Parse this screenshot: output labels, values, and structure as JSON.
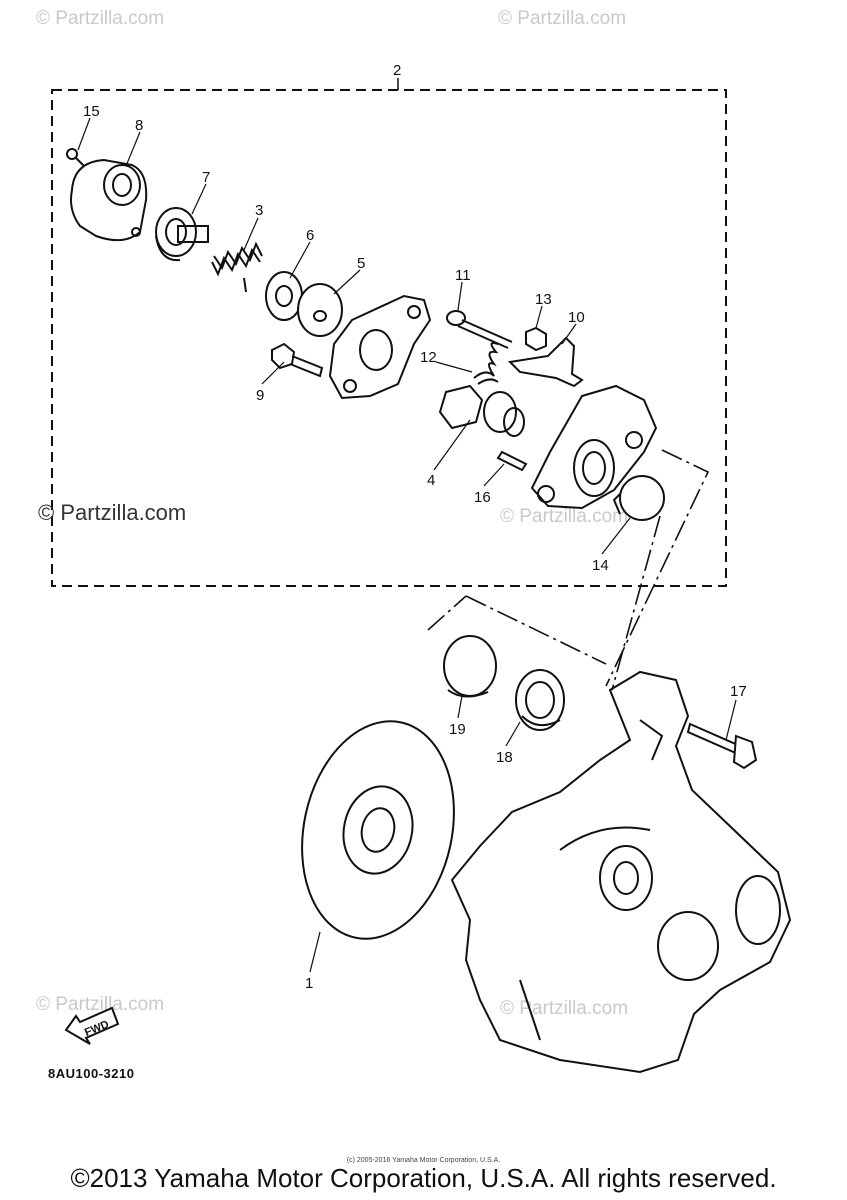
{
  "watermarks": {
    "top_left": "© Partzilla.com",
    "top_right": "© Partzilla.com",
    "mid_left": "© Partzilla.com",
    "mid_center": "© Partzilla.com",
    "bottom_left": "© Partzilla.com",
    "bottom_center": "© Partzilla.com"
  },
  "callouts": {
    "c1": "1",
    "c2": "2",
    "c3": "3",
    "c4": "4",
    "c5": "5",
    "c6": "6",
    "c7": "7",
    "c8": "8",
    "c9": "9",
    "c10": "10",
    "c11": "11",
    "c12": "12",
    "c13": "13",
    "c14": "14",
    "c15": "15",
    "c16": "16",
    "c17": "17",
    "c18": "18",
    "c19": "19"
  },
  "fwd_label": "FWD",
  "part_number": "8AU100-3210",
  "small_copyright": "(c) 2005-2016 Yamaha Motor Corporation, U.S.A.",
  "footer": "©2013 Yamaha Motor Corporation, U.S.A. All rights reserved."
}
